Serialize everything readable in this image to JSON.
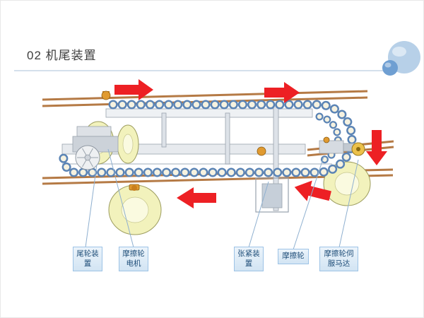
{
  "slide": {
    "title": "02 机尾装置"
  },
  "decoration": {
    "divider_color": "#a9c0d8",
    "large_circle_color": "#b7d0e8",
    "small_circle_color": "#6f9fd2"
  },
  "diagram": {
    "arrow_color": "#ed2024",
    "wheel_fill": "#f2f2bc",
    "chain_ring_color": "#5b84b5",
    "chain_fill_color": "#f6f2e0",
    "pipe_color": "#b57a45",
    "callout_labels": [
      "尾轮装置",
      "摩擦轮电机",
      "张紧装置",
      "摩擦轮",
      "摩擦轮伺服马达"
    ]
  }
}
